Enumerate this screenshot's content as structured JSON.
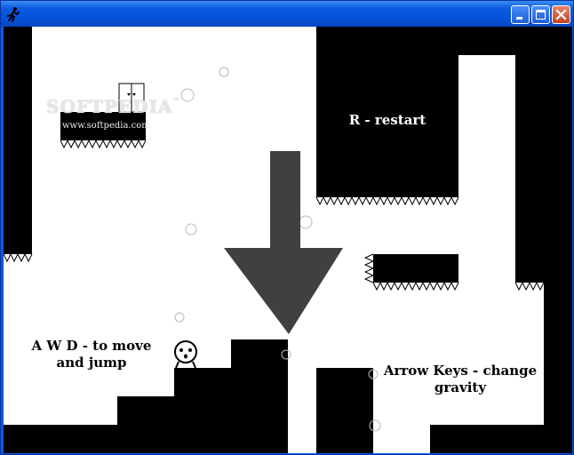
{
  "window": {
    "title": "",
    "icon": "running-man-icon",
    "controls": [
      "minimize-icon",
      "maximize-icon",
      "close-icon"
    ]
  },
  "colors": {
    "titlebar": "#0a5ae0",
    "wall": "#000000",
    "floor": "#ffffff",
    "arrow": "#404040",
    "close_button": "#c2401e"
  },
  "game": {
    "hint_restart": "R - restart",
    "hint_move_line1": "A W D - to move",
    "hint_move_line2": "and jump",
    "hint_gravity_line1": "Arrow Keys - change",
    "hint_gravity_line2": "gravity",
    "gravity_arrow_direction": "down"
  },
  "watermark": {
    "logo": "SOFTPEDIA",
    "url": "www.softpedia.com"
  }
}
